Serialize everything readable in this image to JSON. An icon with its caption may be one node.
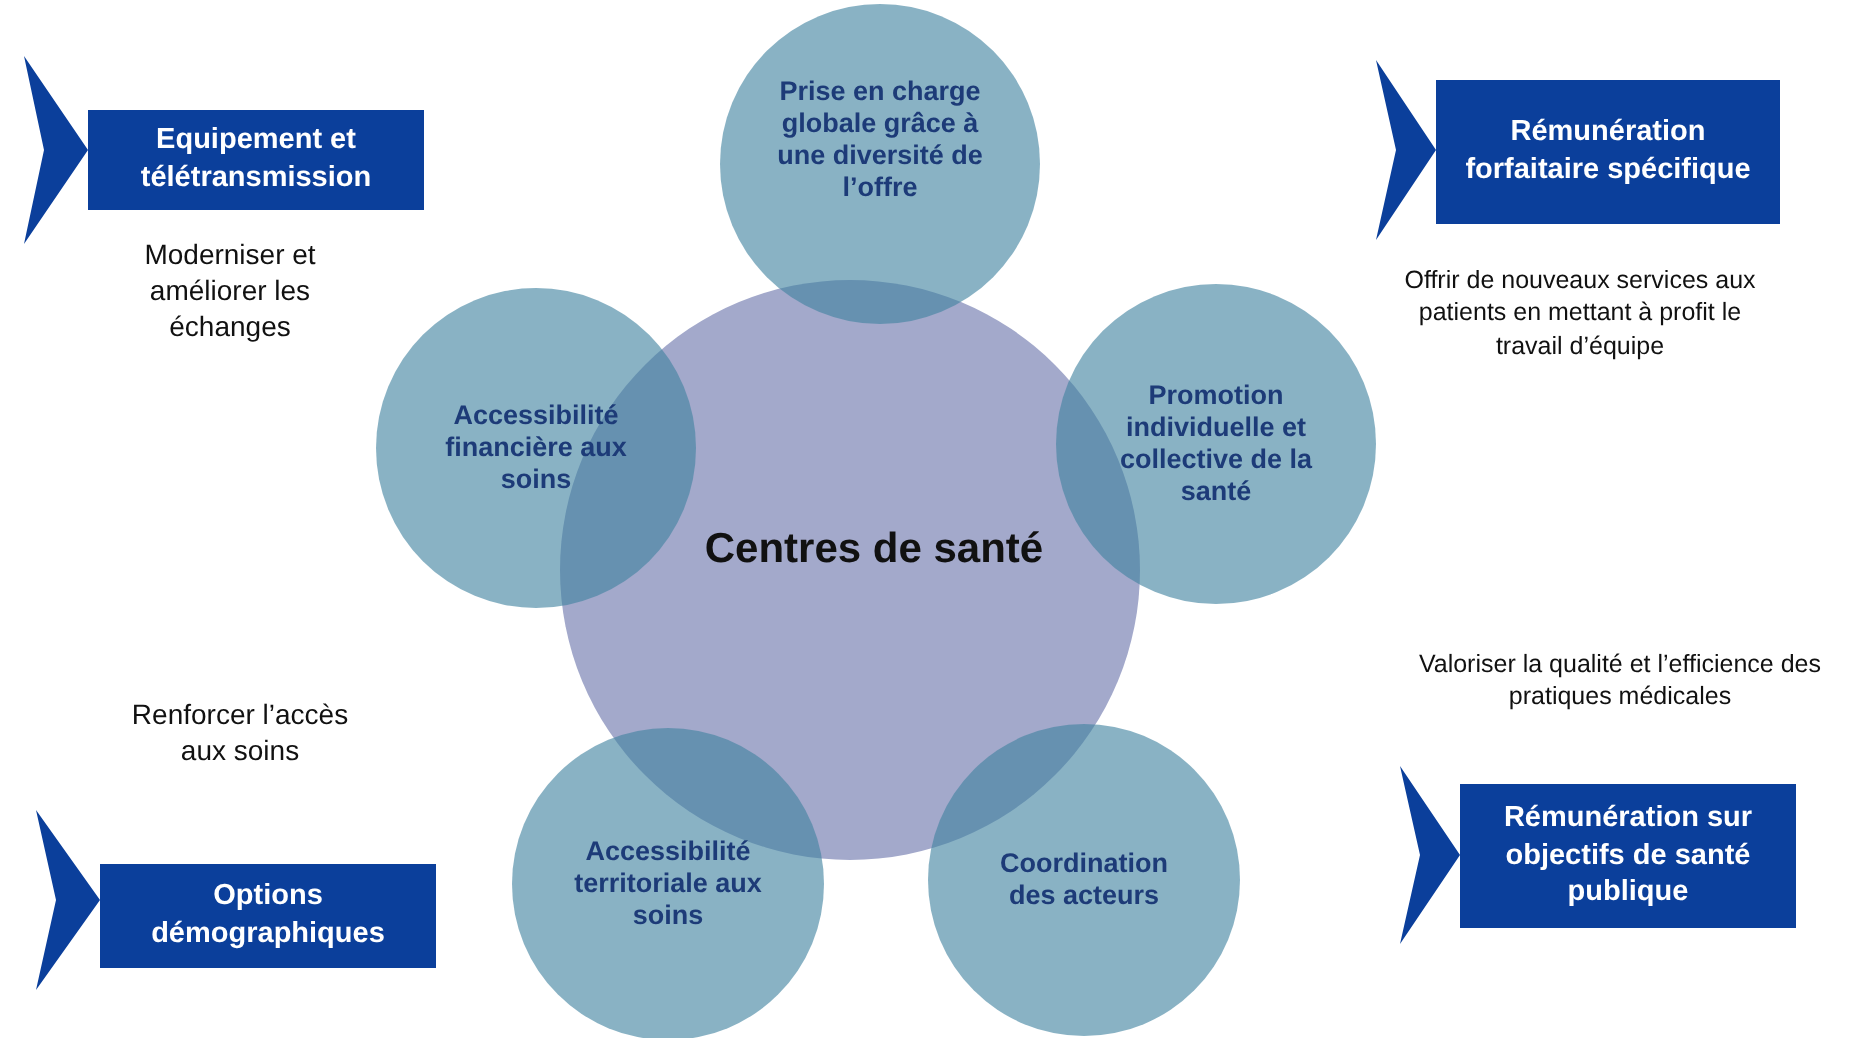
{
  "diagram": {
    "nodes": [
      {
        "text": [
          "Centres de santé"
        ]
      },
      {
        "text": [
          "Prise en charge globale grâce à une diversité de l’offre"
        ]
      },
      {
        "text": [
          "Promotion individuelle et collective de la santé"
        ]
      },
      {
        "text": [
          "Coordination des acteurs"
        ]
      },
      {
        "text": [
          "Accessibilité territoriale aux soins"
        ]
      },
      {
        "text": [
          "Accessibilité financière aux soins"
        ]
      },
      {
        "text": [
          "Equipement et télétransmission"
        ]
      },
      {
        "text": [
          "Rémunération forfaitaire spécifique"
        ]
      },
      {
        "text": [
          "Rémunération sur objectifs de santé publique"
        ]
      },
      {
        "text": [
          "Options démographiques"
        ]
      },
      {
        "text": [],
        "shape": "chevron"
      },
      {
        "text": [],
        "shape": "chevron"
      },
      {
        "text": [],
        "shape": "chevron"
      },
      {
        "text": [],
        "shape": "chevron"
      }
    ],
    "edges": [],
    "labels": [
      "Moderniser et améliorer les échanges",
      "Offrir de nouveaux services aux patients en mettant à profit le travail d’équipe",
      "Valoriser la qualité et l’efficience des pratiques médicales",
      "Renforcer l’accès aux soins"
    ]
  }
}
